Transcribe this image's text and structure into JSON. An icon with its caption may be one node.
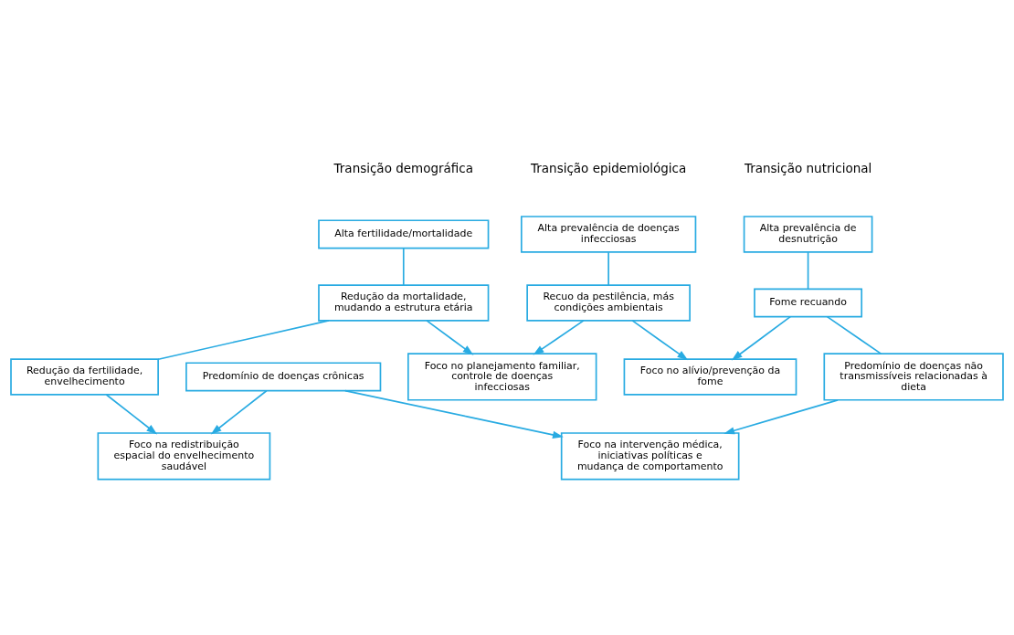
{
  "diagram": {
    "nodes": [
      {
        "text": [
          "Alta fertilidade/mortalidade"
        ]
      },
      {
        "text": [
          "Alta prevalência de doenças infecciosas"
        ]
      },
      {
        "text": [
          "Alta prevalência de desnutrição"
        ]
      },
      {
        "text": [
          "Redução da mortalidade, mudando a estrutura etária"
        ]
      },
      {
        "text": [
          "Recuo da pestilência, más condições ambientais"
        ]
      },
      {
        "text": [
          "Fome recuando"
        ]
      },
      {
        "text": [
          "Foco no planejamento familiar, controle de doenças infecciosas"
        ]
      },
      {
        "text": [
          "Foco no alívio/prevenção da fome"
        ]
      },
      {
        "text": [
          "Redução da fertilidade, envelhecimento"
        ]
      },
      {
        "text": [
          "Predomínio de doenças crônicas"
        ]
      },
      {
        "text": [
          "Predomínio de doenças não transmissíveis relacionadas à dieta"
        ]
      },
      {
        "text": [
          "Foco na redistribuição espacial do envelhecimento saudável"
        ]
      },
      {
        "text": [
          "Foco na intervenção médica, iniciativas políticas e mudança de comportamento"
        ]
      }
    ],
    "edges": [
      {
        "from": 0,
        "to": 3,
        "arrow": "none"
      },
      {
        "from": 1,
        "to": 4,
        "arrow": "none"
      },
      {
        "from": 2,
        "to": 5,
        "arrow": "none"
      },
      {
        "from": 3,
        "to": 6,
        "arrow": "to"
      },
      {
        "from": 4,
        "to": 6,
        "arrow": "to"
      },
      {
        "from": 4,
        "to": 7,
        "arrow": "to"
      },
      {
        "from": 5,
        "to": 7,
        "arrow": "to"
      },
      {
        "from": 3,
        "to": 8,
        "arrow": "none"
      },
      {
        "from": 5,
        "to": 10,
        "arrow": "none"
      },
      {
        "from": 8,
        "to": 11,
        "arrow": "to"
      },
      {
        "from": 9,
        "to": 11,
        "arrow": "to"
      },
      {
        "from": 9,
        "to": 12,
        "arrow": "to"
      },
      {
        "from": 10,
        "to": 12,
        "arrow": "to"
      }
    ],
    "labels": [
      "Transição demográfica",
      "Transição epidemiológica",
      "Transição nutricional"
    ]
  }
}
